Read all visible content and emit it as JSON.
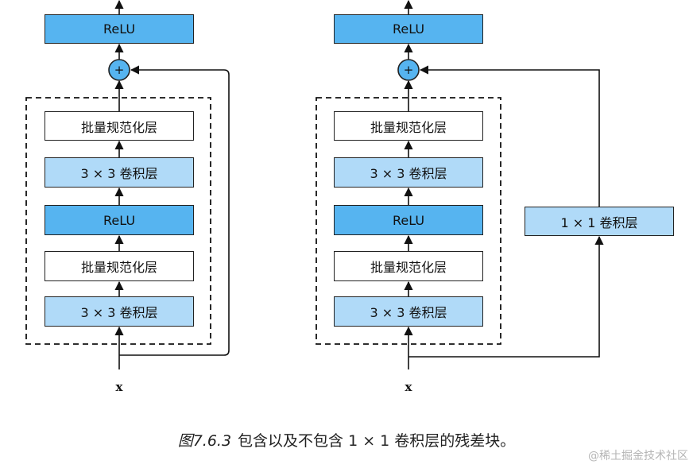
{
  "left_block": {
    "top_relu": "ReLU",
    "plus": "+",
    "bn_upper": "批量规范化层",
    "conv_upper": "3 × 3 卷积层",
    "relu_inner": "ReLU",
    "bn_lower": "批量规范化层",
    "conv_lower": "3 × 3 卷积层",
    "input": "x"
  },
  "right_block": {
    "top_relu": "ReLU",
    "plus": "+",
    "bn_upper": "批量规范化层",
    "conv_upper": "3 × 3 卷积层",
    "relu_inner": "ReLU",
    "bn_lower": "批量规范化层",
    "conv_lower": "3 × 3 卷积层",
    "shortcut_conv": "1 × 1 卷积层",
    "input": "x"
  },
  "caption": {
    "number": "图7.6.3",
    "text": "包含以及不包含 1 × 1 卷积层的残差块。"
  },
  "watermark": "@稀土掘金技术社区",
  "colors": {
    "relu": "#56b4f0",
    "conv": "#b0daf8",
    "plus_node": "#56b4f0",
    "line": "#111111"
  }
}
